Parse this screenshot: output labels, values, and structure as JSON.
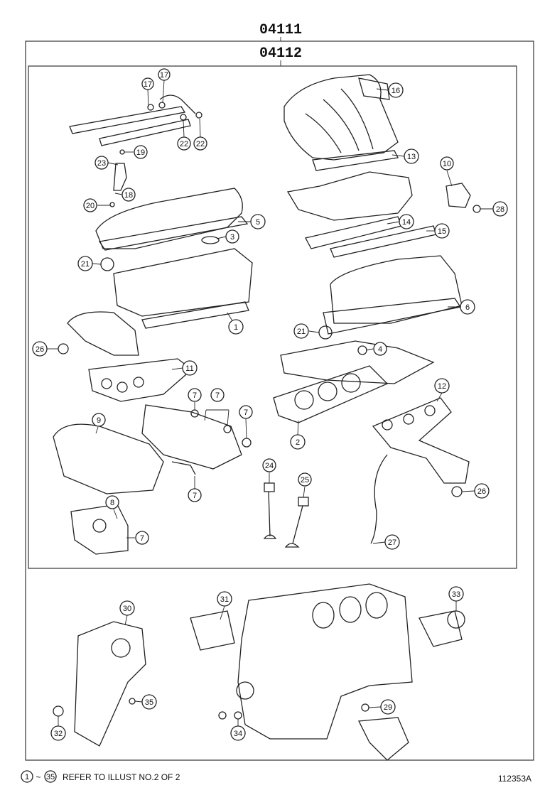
{
  "header": {
    "outer_code": "04111",
    "inner_code": "04112"
  },
  "callouts": [
    "1",
    "2",
    "3",
    "4",
    "5",
    "6",
    "7",
    "8",
    "9",
    "10",
    "11",
    "12",
    "13",
    "14",
    "15",
    "16",
    "17",
    "18",
    "19",
    "20",
    "21",
    "22",
    "23",
    "24",
    "25",
    "26",
    "27",
    "28",
    "29",
    "30",
    "31",
    "32",
    "33",
    "34",
    "35"
  ],
  "footer": {
    "range_start": "1",
    "range_sep": "~",
    "range_end": "35",
    "note": "REFER TO ILLUST NO.2 OF 2",
    "illustration_id": "112353A"
  }
}
